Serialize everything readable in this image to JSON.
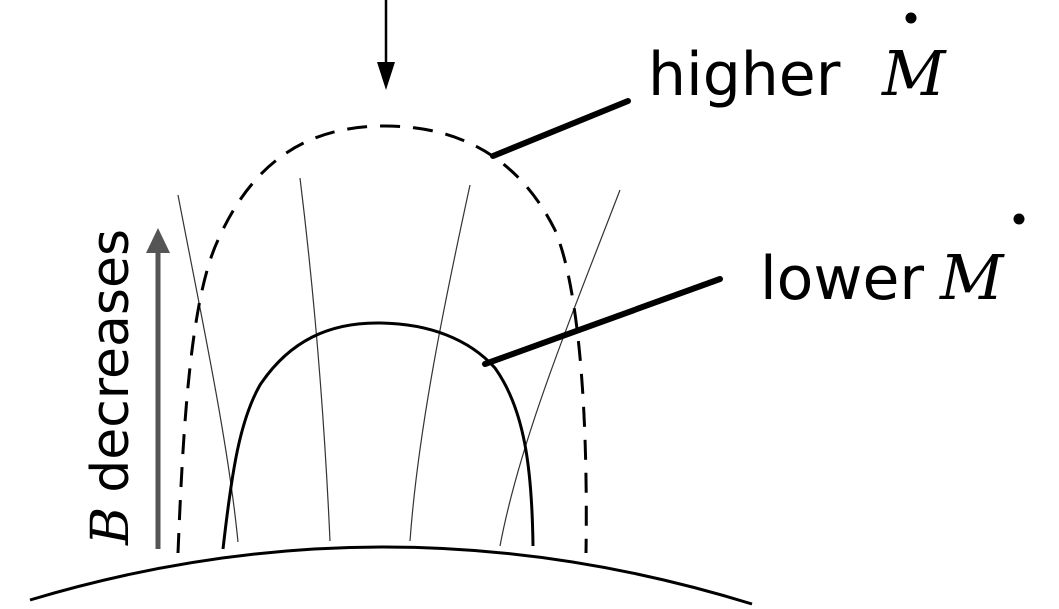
{
  "labels": {
    "higher_word": "higher",
    "lower_word": "lower",
    "mdot_symbol": "M",
    "b_symbol": "B",
    "b_axis_text": "decreases"
  },
  "colors": {
    "ink": "#000000",
    "arrow_gray": "#555555",
    "background": "#ffffff"
  },
  "icons": {
    "incoming_arrow": "arrow-down-icon",
    "gradient_arrow": "arrow-up-icon"
  }
}
